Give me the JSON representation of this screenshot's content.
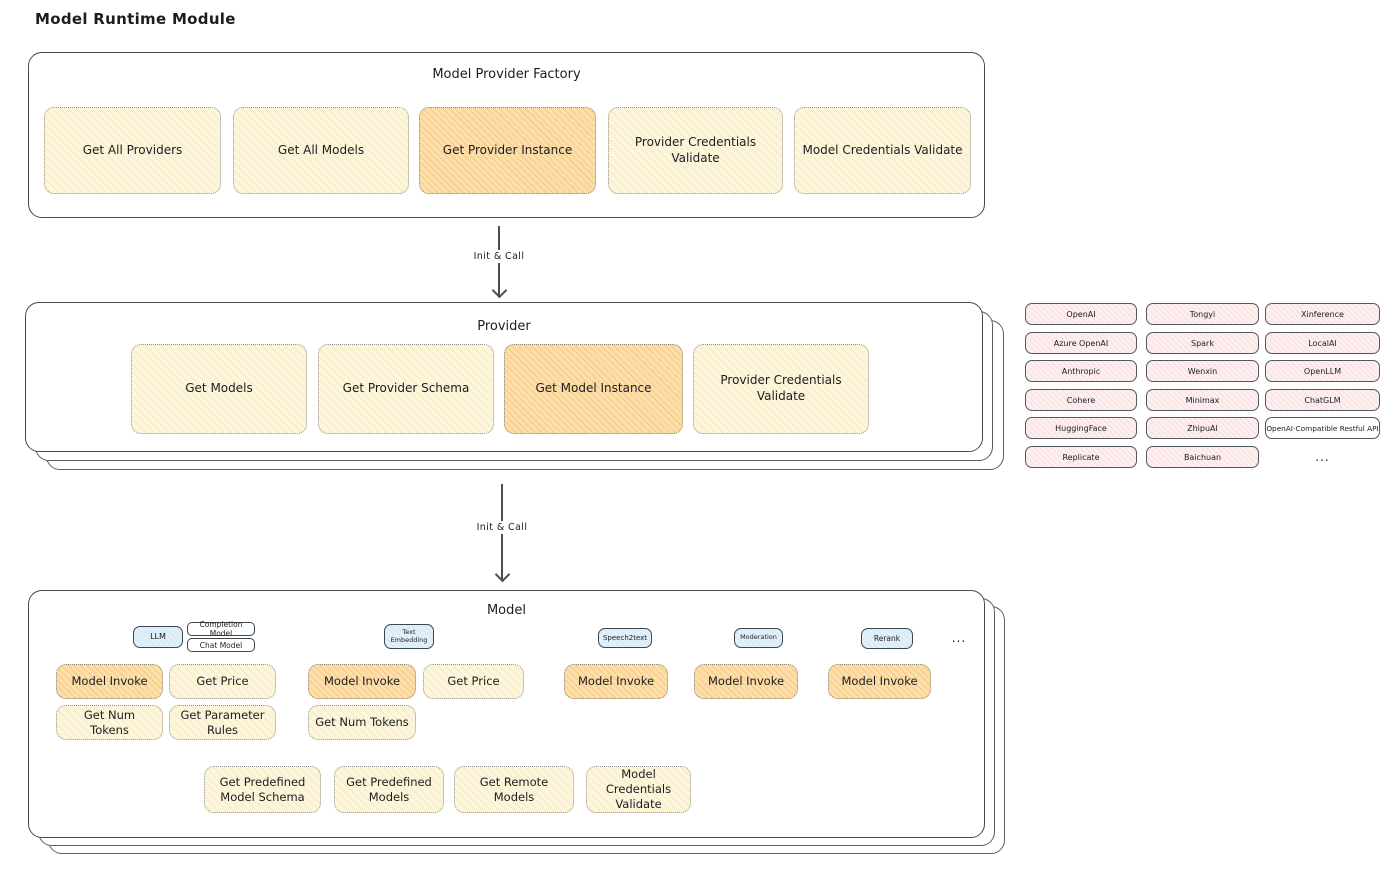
{
  "title": "Model Runtime Module",
  "arrow_label": "Init & Call",
  "colors": {
    "cream_fill": "#fdf4d8",
    "highlight_orange_fill": "#f9d498",
    "pink_fill": "#fdeeee",
    "blue_fill": "#ddecf8",
    "outline": "#46494e"
  },
  "factory": {
    "title": "Model Provider Factory",
    "items": [
      {
        "label": "Get All Providers",
        "highlighted": false
      },
      {
        "label": "Get All Models",
        "highlighted": false
      },
      {
        "label": "Get Provider Instance",
        "highlighted": true
      },
      {
        "label": "Provider Credentials Validate",
        "highlighted": false
      },
      {
        "label": "Model Credentials Validate",
        "highlighted": false
      }
    ]
  },
  "provider": {
    "title": "Provider",
    "items": [
      {
        "label": "Get Models",
        "highlighted": false
      },
      {
        "label": "Get Provider Schema",
        "highlighted": false
      },
      {
        "label": "Get Model Instance",
        "highlighted": true
      },
      {
        "label": "Provider Credentials Validate",
        "highlighted": false
      }
    ]
  },
  "providers_grid": {
    "col1": [
      "OpenAI",
      "Azure OpenAI",
      "Anthropic",
      "Cohere",
      "HuggingFace",
      "Replicate"
    ],
    "col2": [
      "Tongyi",
      "Spark",
      "Wenxin",
      "Minimax",
      "ZhipuAI",
      "Baichuan"
    ],
    "col3": [
      "Xinference",
      "LocalAI",
      "OpenLLM",
      "ChatGLM",
      "OpenAI-Compatible Restful API"
    ],
    "more": "..."
  },
  "model": {
    "title": "Model",
    "types": {
      "llm": "LLM",
      "completion_model": "Completion Model",
      "chat_model": "Chat Model",
      "text_embedding": "Text Embedding",
      "speech2text": "Speech2text",
      "moderation": "Moderation",
      "rerank": "Rerank",
      "more": "..."
    },
    "functions": {
      "model_invoke": "Model Invoke",
      "get_price": "Get Price",
      "get_num_tokens": "Get Num Tokens",
      "get_parameter_rules": "Get Parameter Rules",
      "get_predefined_model_schema": "Get Predefined Model Schema",
      "get_predefined_models": "Get Predefined Models",
      "get_remote_models": "Get Remote Models",
      "model_credentials_validate": "Model Credentials Validate"
    }
  }
}
